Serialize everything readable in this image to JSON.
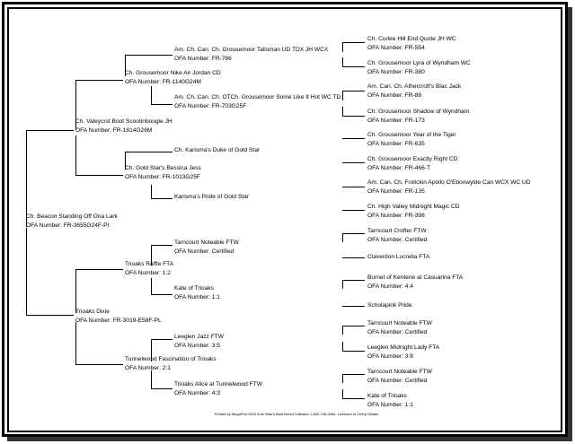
{
  "pedigree": {
    "subject": {
      "name": "Ch. Beacon Standing Off Ona Lark",
      "ofa": "OFA Number: FR-3655G24F-PI"
    },
    "parents": [
      {
        "name": "Ch. Valeycrst Boot Scootinboogie JH",
        "ofa": "OFA Number: FR-1814G26M"
      },
      {
        "name": "Trioaks Dixie",
        "ofa": "OFA Number: FR-3019-E58F-PL"
      }
    ],
    "grandparents": [
      {
        "name": "Ch. Grousemoor Nike Air Jordan CD",
        "ofa": "OFA Number: FR-1140G24M"
      },
      {
        "name": "Ch. Gold Star's Bessica Jess",
        "ofa": "OFA Number: FR-1013G25F"
      },
      {
        "name": "Trioaks Raffle FTA",
        "ofa": "OFA Number: 1:2"
      },
      {
        "name": "Tunnelwood Fascination of Trioaks",
        "ofa": "OFA Number: 2:1"
      }
    ],
    "great_grandparents": [
      {
        "name": "Am. Ch. Can. Ch. Grousemoor Talisman UD TDX JH WCX",
        "ofa": "OFA Number: FR-786"
      },
      {
        "name": "Am. Ch. Can. Ch. OTCh. Grousemoor Some Like It Hot WC TD",
        "ofa": "OFA Number: FR-703G25F"
      },
      {
        "name": "Ch. Karisma's Duke of Gold Star",
        "ofa": ""
      },
      {
        "name": "Karisma's Pride of Gold Star",
        "ofa": ""
      },
      {
        "name": "Tarncourt Noteable FTW",
        "ofa": "OFA Number: Certified"
      },
      {
        "name": "Kate of Trioaks",
        "ofa": "OFA Number: 1:1"
      },
      {
        "name": "Leeglen Jazz FTW",
        "ofa": "OFA Number: 3:5"
      },
      {
        "name": "Trioaks Alice at Tunnelwood FTW",
        "ofa": "OFA Number: 4:3"
      }
    ],
    "great_great_grandparents": [
      {
        "name": "Ch. Curlee Hill End Quote JH WC",
        "ofa": "OFA Number: FR-554"
      },
      {
        "name": "Ch. Grousemoor Lyra of Wyndham WC",
        "ofa": "OFA Number: FR-380"
      },
      {
        "name": "Am. Can. Ch. Athercroft's Blac Jack",
        "ofa": "OFA Number: FR-88"
      },
      {
        "name": "Ch. Grousemoor Shadow of Wyndham",
        "ofa": "OFA Number: FR-173"
      },
      {
        "name": "Ch. Grousemoor Year of the Tiger",
        "ofa": "OFA Number: FR-635"
      },
      {
        "name": "Ch. Grousemoor Exactly Right CD",
        "ofa": "OFA Number: FR-466-T"
      },
      {
        "name": "Am. Can. Ch. Frolickin Apollo O'Ebonwylde Can WCX WC UD",
        "ofa": "OFA Number: FR-135"
      },
      {
        "name": "Ch. High Valley Midnight Magic CD",
        "ofa": "OFA Number: FR-398"
      },
      {
        "name": "Tarncourt Crofter FTW",
        "ofa": "OFA Number: Certified"
      },
      {
        "name": "Claverdon Lucretia FTA",
        "ofa": ""
      },
      {
        "name": "Burnet of Kentene at Casuarina FTA",
        "ofa": "OFA Number: 4:4"
      },
      {
        "name": "Scholapink Pride",
        "ofa": ""
      },
      {
        "name": "Tarncourt Noteable FTW",
        "ofa": "OFA Number: Certified"
      },
      {
        "name": "Leeglen Midnight Lady FTA",
        "ofa": "OFA Number: 3:8"
      },
      {
        "name": "Tarncourt Noteable FTW",
        "ofa": "OFA Number: Certified"
      },
      {
        "name": "Kate of Trioaks",
        "ofa": "OFA Number: 1:1"
      }
    ]
  },
  "footer": "Printed by MegaPed 2000 from Wan's Best Breed Software 1-800-746-0064, Licensed to Cheryl Walter"
}
